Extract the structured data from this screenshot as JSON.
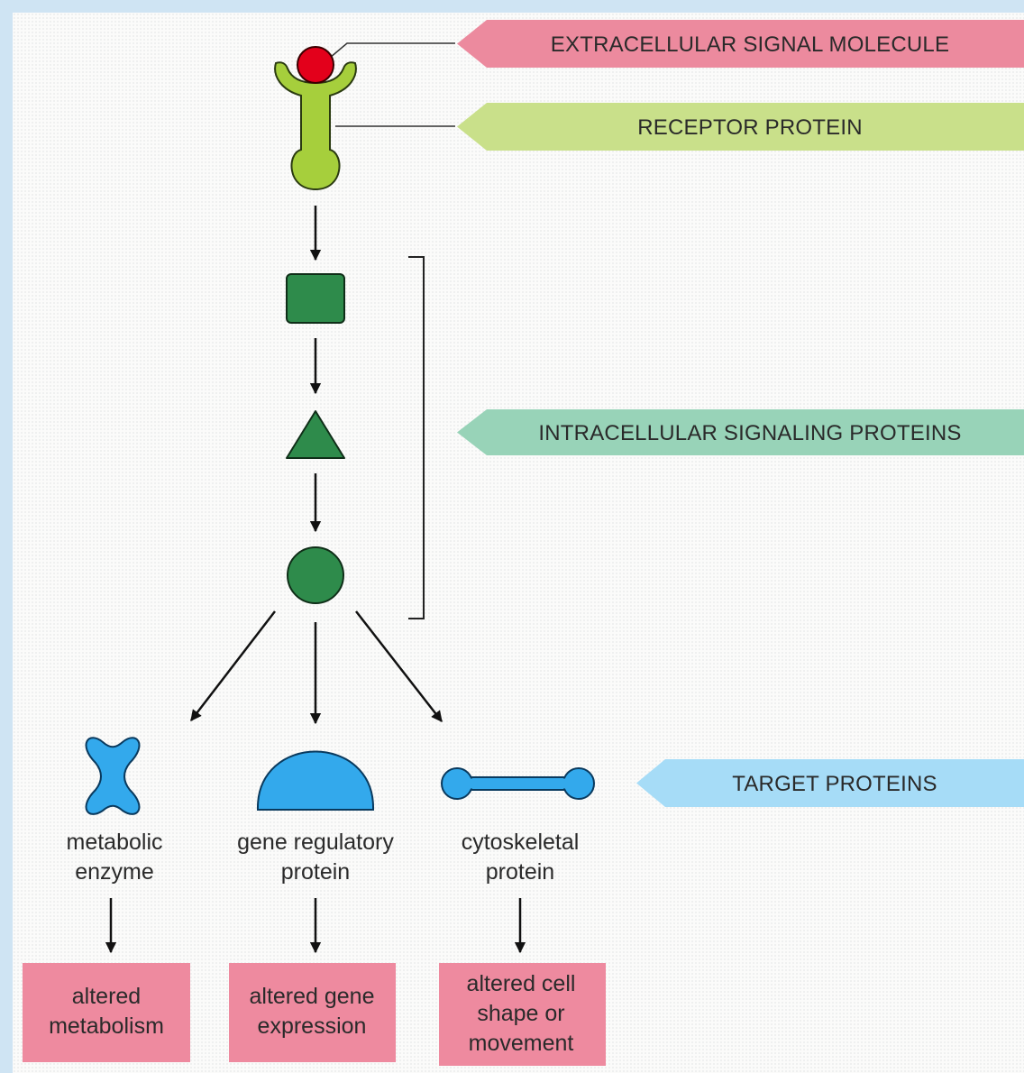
{
  "banners": {
    "signal": "EXTRACELLULAR SIGNAL MOLECULE",
    "receptor": "RECEPTOR PROTEIN",
    "intracellular": "INTRACELLULAR SIGNALING PROTEINS",
    "target": "TARGET PROTEINS"
  },
  "targets": [
    {
      "line1": "metabolic",
      "line2": "enzyme"
    },
    {
      "line1": "gene regulatory",
      "line2": "protein"
    },
    {
      "line1": "cytoskeletal",
      "line2": "protein"
    }
  ],
  "outcomes": [
    {
      "lines": [
        "altered",
        "metabolism"
      ]
    },
    {
      "lines": [
        "altered gene",
        "expression"
      ]
    },
    {
      "lines": [
        "altered cell",
        "shape or",
        "movement"
      ]
    }
  ],
  "colors": {
    "signal_molecule": "#e3001b",
    "receptor": "#a6cf3c",
    "signaling_protein": "#2e8b4b",
    "target_protein": "#33a9ec",
    "banner_signal": "#ec8a9e",
    "banner_receptor": "#c9e08a",
    "banner_intracellular": "#98d3b8",
    "banner_target": "#a6dcf7",
    "outcome_box": "#ee8a9f"
  }
}
